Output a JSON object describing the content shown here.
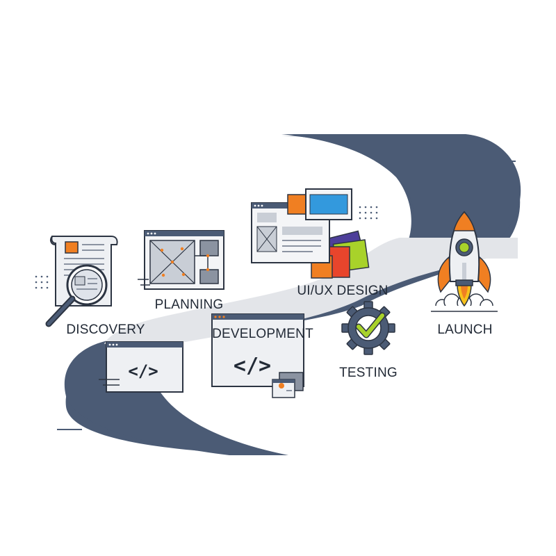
{
  "stages": [
    {
      "label": "DISCOVERY",
      "icon": "document-magnifier-icon"
    },
    {
      "label": "PLANNING",
      "icon": "wireframe-icon"
    },
    {
      "label": "UI/UX DESIGN",
      "icon": "design-layout-icon"
    },
    {
      "label": "DEVELOPMENT",
      "icon": "code-window-icon"
    },
    {
      "label": "TESTING",
      "icon": "gear-check-icon"
    },
    {
      "label": "LAUNCH",
      "icon": "rocket-icon"
    }
  ],
  "code_glyph": "</>",
  "colors": {
    "road": "#4b5b75",
    "road_light": "#e3e5e9",
    "outline": "#2c3442",
    "orange": "#f07f22",
    "blue": "#3399dd",
    "green": "#a8d22a",
    "red": "#e8452c",
    "purple": "#4d3f9a",
    "yellow": "#f7c11c"
  }
}
